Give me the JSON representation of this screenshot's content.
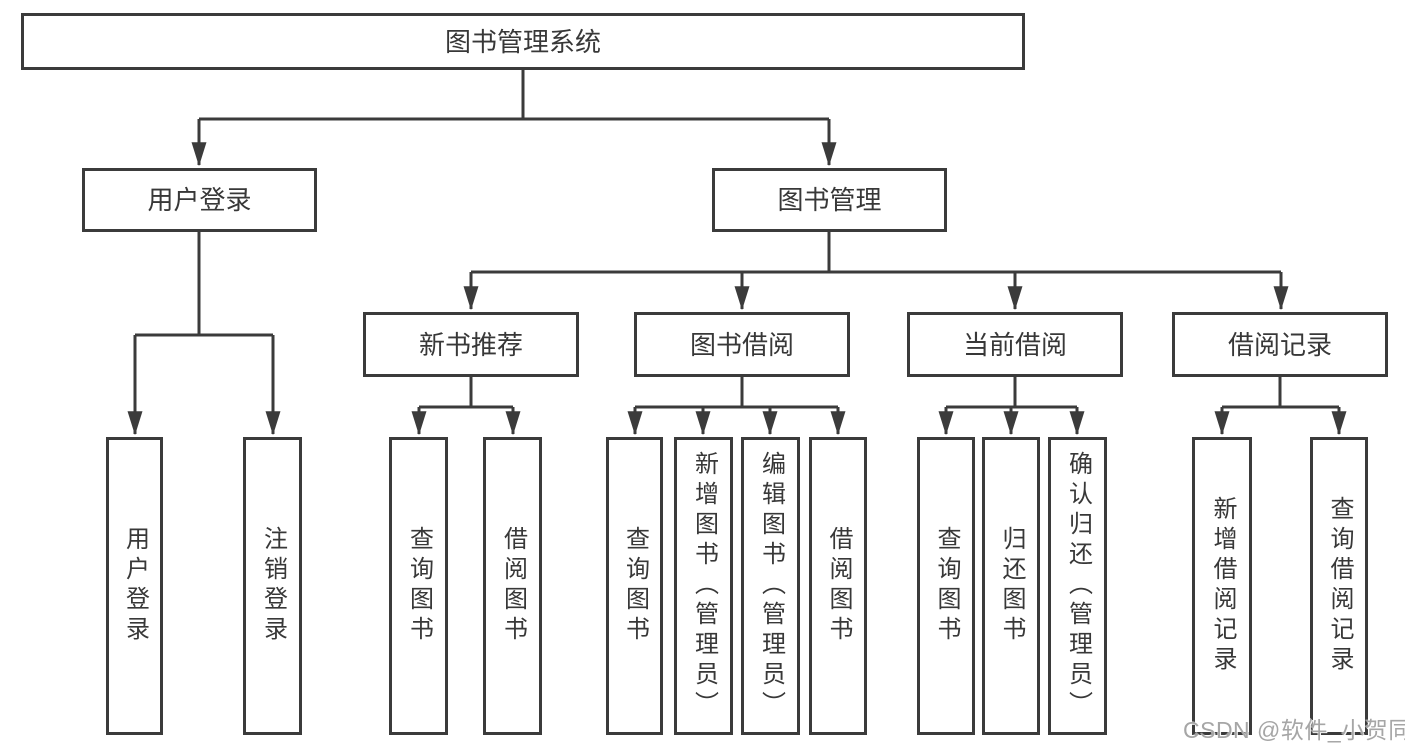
{
  "tree": {
    "root": "图书管理系统",
    "children": [
      {
        "label": "用户登录",
        "children": [
          {
            "label": "用户登录"
          },
          {
            "label": "注销登录"
          }
        ]
      },
      {
        "label": "图书管理",
        "children": [
          {
            "label": "新书推荐",
            "children": [
              {
                "label": "查询图书"
              },
              {
                "label": "借阅图书"
              }
            ]
          },
          {
            "label": "图书借阅",
            "children": [
              {
                "label": "查询图书"
              },
              {
                "label": "新增图书（管理员）"
              },
              {
                "label": "编辑图书（管理员）"
              },
              {
                "label": "借阅图书"
              }
            ]
          },
          {
            "label": "当前借阅",
            "children": [
              {
                "label": "查询图书"
              },
              {
                "label": "归还图书"
              },
              {
                "label": "确认归还（管理员）"
              }
            ]
          },
          {
            "label": "借阅记录",
            "children": [
              {
                "label": "新增借阅记录"
              },
              {
                "label": "查询借阅记录"
              }
            ]
          }
        ]
      }
    ]
  },
  "watermark": "CSDN @软件_小贺同学",
  "colors": {
    "line": "#3b3b3b",
    "text": "#383838",
    "box_bg": "#ffffff",
    "watermark": "#a6a6a6"
  }
}
